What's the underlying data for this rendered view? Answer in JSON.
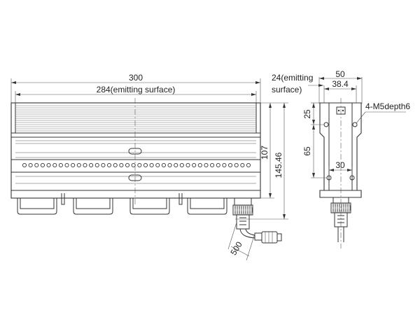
{
  "dimensions": {
    "overall_length": "300",
    "emitting_length": "284(emitting surface)",
    "height_107": "107",
    "height_145": "145.46",
    "cable_length": "500",
    "side_width": "50",
    "side_inner_width": "38.4",
    "emitting_depth_line1": "24(emitting",
    "emitting_depth_line2": "surface)",
    "hole_offset_25": "25",
    "hole_spacing_65": "65",
    "hole_spacing_30": "30",
    "mount_holes": "4-M5depth6"
  },
  "colors": {
    "line": "#333333",
    "background": "#ffffff"
  },
  "led_count": 38
}
